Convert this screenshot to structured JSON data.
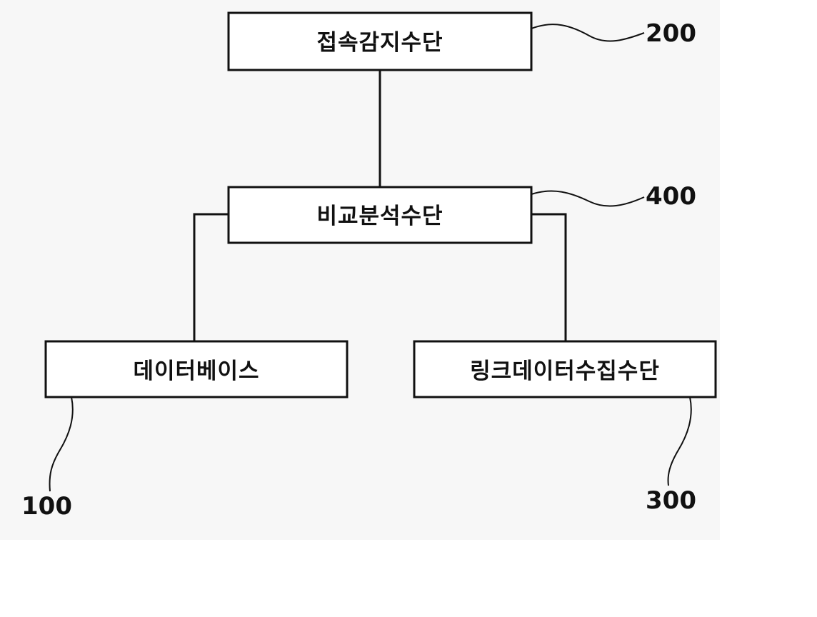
{
  "diagram": {
    "nodes": [
      {
        "id": "access-detection",
        "label": "접속감지수단",
        "ref": "200"
      },
      {
        "id": "comparison-analysis",
        "label": "비교분석수단",
        "ref": "400"
      },
      {
        "id": "database",
        "label": "데이터베이스",
        "ref": "100"
      },
      {
        "id": "link-data-collection",
        "label": "링크데이터수집수단",
        "ref": "300"
      }
    ],
    "edges": [
      {
        "from": "access-detection",
        "to": "comparison-analysis"
      },
      {
        "from": "comparison-analysis",
        "to": "database"
      },
      {
        "from": "comparison-analysis",
        "to": "link-data-collection"
      }
    ]
  }
}
